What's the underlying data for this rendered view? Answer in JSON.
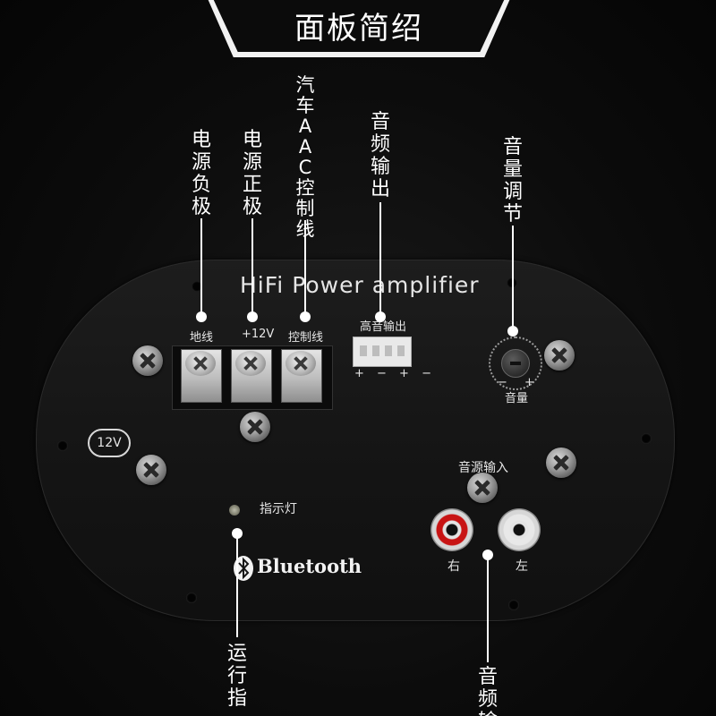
{
  "title": "面板简绍",
  "callouts": {
    "power_negative": "电源负极",
    "power_positive": "电源正极",
    "aac_control": "汽车AAC控制线",
    "tweeter_out": "音频输出",
    "volume_adjust": "音量调节",
    "run_indicator": "运行指",
    "audio_input": "音频输"
  },
  "panel": {
    "brand_title": "HiFi Power amplifier",
    "terminal_labels": [
      "地线",
      "+12V",
      "控制线"
    ],
    "tweeter_label": "高音输出",
    "tweeter_polarity": "+ − + −",
    "volume_minus": "−",
    "volume_plus": "+",
    "volume_label": "音量",
    "voltage_badge": "12V",
    "indicator_label": "指示灯",
    "audio_input_label": "音源输入",
    "rca_right": "右",
    "rca_left": "左",
    "bluetooth": "Bluetooth"
  },
  "colors": {
    "background": "#0a0a0a",
    "panel": "#161616",
    "text": "#ffffff",
    "rca_red": "#c81414"
  }
}
